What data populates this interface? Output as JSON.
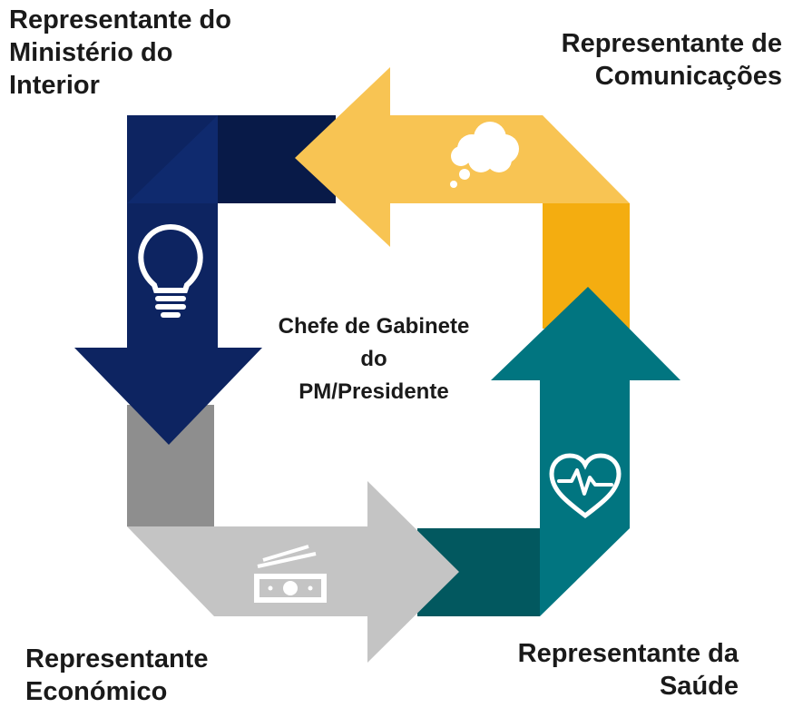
{
  "center": {
    "lines": [
      "Chefe de Gabinete",
      "do",
      "PM/Presidente"
    ]
  },
  "nodes": [
    {
      "id": "interior",
      "lines": [
        "Representante do",
        "Ministério do",
        "Interior"
      ],
      "icon": "lightbulb-icon",
      "color": "#0d2461"
    },
    {
      "id": "comms",
      "lines": [
        "Representante de",
        "Comunicações"
      ],
      "icon": "thought-cloud-icon",
      "color": "#f8c453"
    },
    {
      "id": "saude",
      "lines": [
        "Representante da",
        "Saúde"
      ],
      "icon": "heart-pulse-icon",
      "color": "#017580"
    },
    {
      "id": "econ",
      "lines": [
        "Representante",
        "Económico"
      ],
      "icon": "banknotes-icon",
      "color": "#c4c4c4"
    }
  ],
  "colors": {
    "navy": "#0d2461",
    "navy_dark": "#081a48",
    "gold": "#f8c453",
    "gold_dark": "#f4ad10",
    "teal": "#017580",
    "teal_dark": "#02585f",
    "gray": "#c4c4c4",
    "gray_dark": "#8e8e8e"
  }
}
